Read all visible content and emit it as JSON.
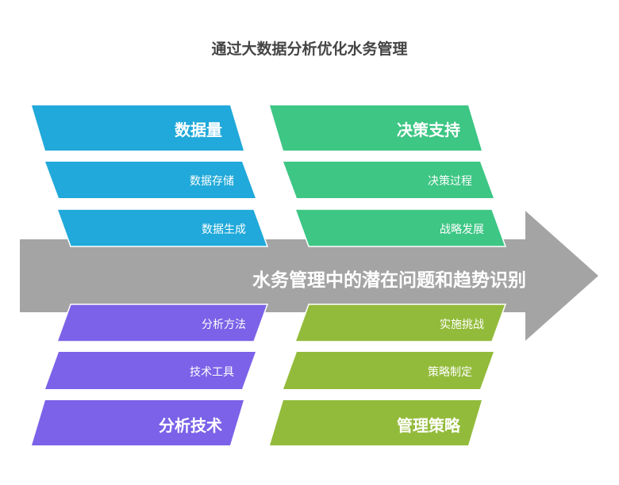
{
  "title": "通过大数据分析优化水务管理",
  "spine_label": "水务管理中的潜在问题和趋势识别",
  "colors": {
    "blue": "#20A9DA",
    "green": "#3DC684",
    "purple": "#7B62E8",
    "olive": "#93BB3B",
    "spine": "#A4A4A4"
  },
  "categories": {
    "data_volume": {
      "title": "数据量",
      "items": [
        "数据存储",
        "数据生成"
      ]
    },
    "decision_support": {
      "title": "决策支持",
      "items": [
        "决策过程",
        "战略发展"
      ]
    },
    "analysis_tech": {
      "title": "分析技术",
      "items": [
        "分析方法",
        "技术工具"
      ]
    },
    "management_strategy": {
      "title": "管理策略",
      "items": [
        "实施挑战",
        "策略制定"
      ]
    }
  }
}
